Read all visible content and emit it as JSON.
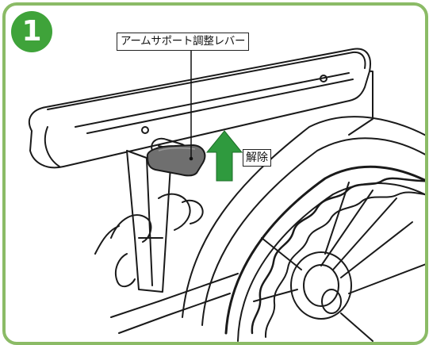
{
  "step": {
    "number": "1"
  },
  "labels": {
    "lever": "アームサポート調整レバー",
    "action": "解除"
  },
  "icons": {
    "arrow": "up-arrow-icon",
    "arrow_color": "#2f9a3e",
    "lever_color": "#6f6f6f",
    "frame_color": "#8bbb66",
    "badge_color": "#3fa33a"
  }
}
